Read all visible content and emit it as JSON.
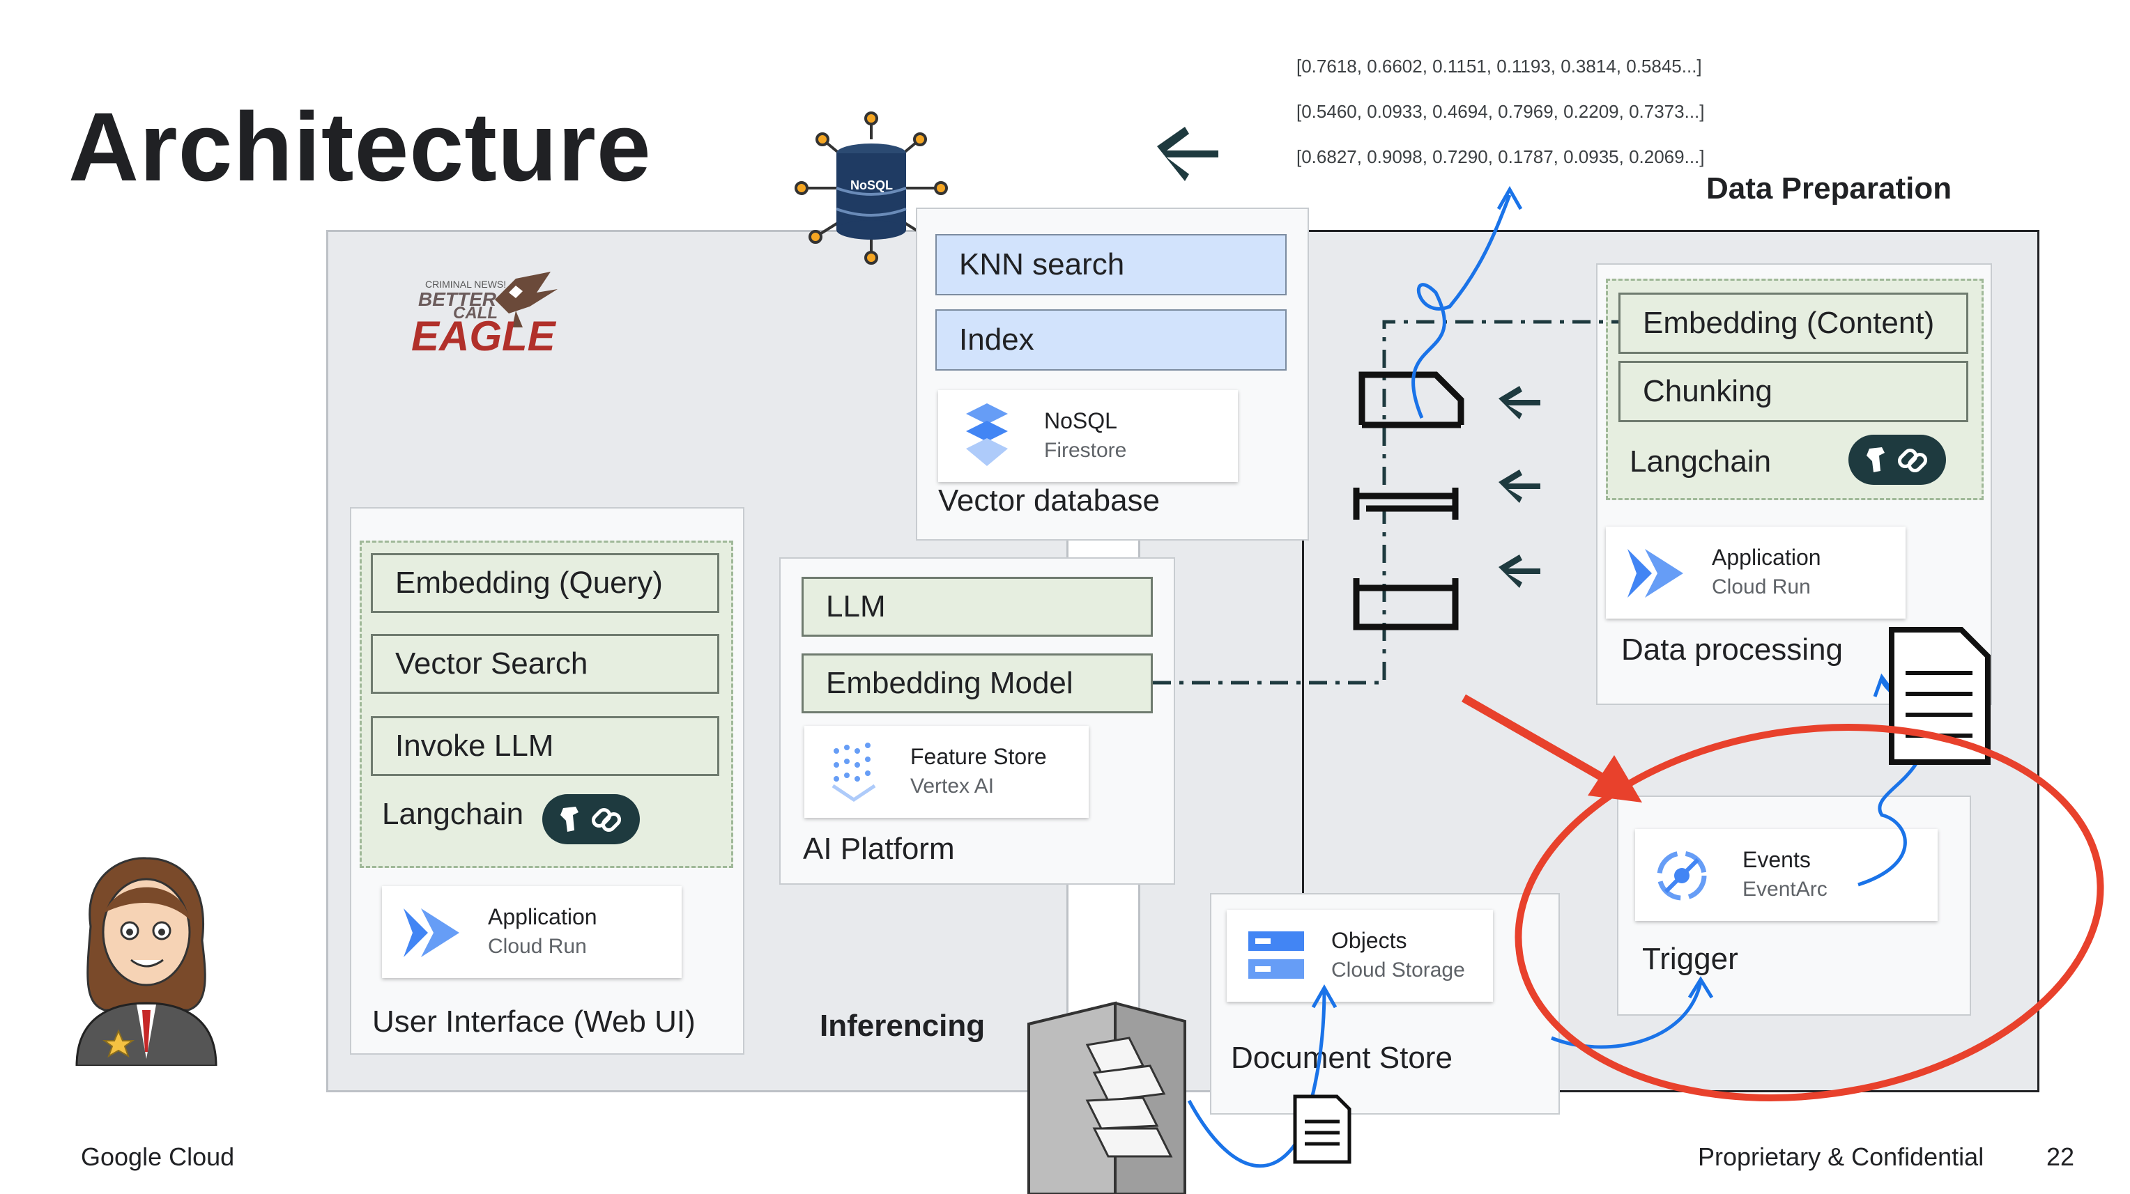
{
  "slide": {
    "title": "Architecture",
    "footer_left": "Google Cloud",
    "footer_right": "Proprietary & Confidential",
    "page_number": "22"
  },
  "vectors": [
    "[0.7618, 0.6602, 0.1151, 0.1193, 0.3814, 0.5845...]",
    "[0.5460, 0.0933, 0.4694, 0.7969, 0.2209, 0.7373...]",
    "[0.6827, 0.9098, 0.7290, 0.1787, 0.0935, 0.2069...]"
  ],
  "logo": {
    "line1": "BETTER",
    "line2": "CALL",
    "line3": "EAGLE",
    "tagline": "CRIMINAL NEWS!"
  },
  "nosql_icon_label": "NoSQL",
  "regions": {
    "inferencing": "Inferencing",
    "data_preparation": "Data Preparation"
  },
  "ui": {
    "chips": [
      "Embedding (Query)",
      "Vector Search",
      "Invoke LLM"
    ],
    "langchain": "Langchain",
    "service": {
      "name": "Application",
      "sub": "Cloud Run"
    },
    "label": "User Interface (Web UI)"
  },
  "vector_db": {
    "chips": [
      "KNN search",
      "Index"
    ],
    "service": {
      "name": "NoSQL",
      "sub": "Firestore"
    },
    "label": "Vector database"
  },
  "ai_platform": {
    "chips": [
      "LLM",
      "Embedding Model"
    ],
    "service": {
      "name": "Feature Store",
      "sub": "Vertex AI"
    },
    "label": "AI Platform"
  },
  "doc_store": {
    "service": {
      "name": "Objects",
      "sub": "Cloud Storage"
    },
    "label": "Document Store"
  },
  "data_processing": {
    "chips": [
      "Embedding (Content)",
      "Chunking"
    ],
    "langchain": "Langchain",
    "service": {
      "name": "Application",
      "sub": "Cloud Run"
    },
    "label": "Data processing"
  },
  "trigger": {
    "service": {
      "name": "Events",
      "sub": "EventArc"
    },
    "label": "Trigger"
  },
  "colors": {
    "highlight_red": "#e8412c",
    "flow_blue": "#1a73e8",
    "dash_line": "#1e3a3f"
  }
}
